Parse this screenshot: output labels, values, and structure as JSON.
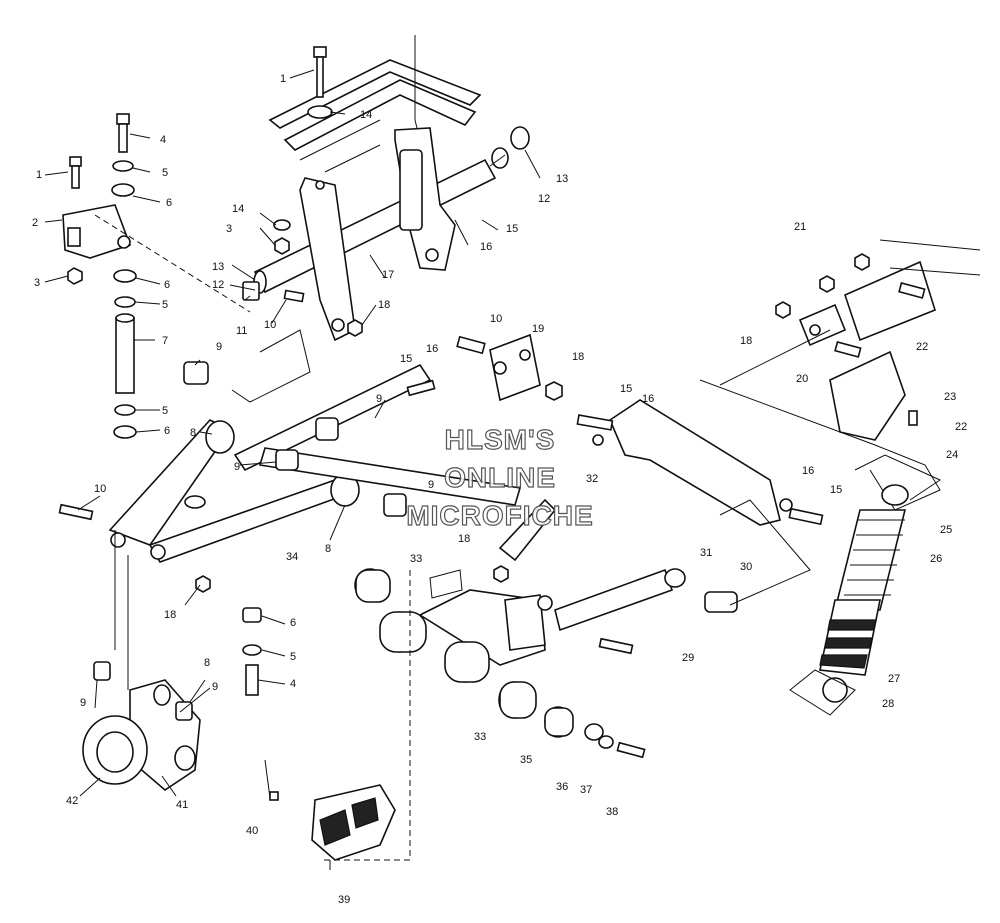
{
  "watermark": {
    "line1": "HLSM'S",
    "line2": "ONLINE",
    "line3": "MICROFICHE"
  },
  "callouts": [
    {
      "id": "c1a",
      "text": "1"
    },
    {
      "id": "c1b",
      "text": "1"
    },
    {
      "id": "c2",
      "text": "2"
    },
    {
      "id": "c3a",
      "text": "3"
    },
    {
      "id": "c3b",
      "text": "3"
    },
    {
      "id": "c4a",
      "text": "4"
    },
    {
      "id": "c4b",
      "text": "4"
    },
    {
      "id": "c5a",
      "text": "5"
    },
    {
      "id": "c5b",
      "text": "5"
    },
    {
      "id": "c5c",
      "text": "5"
    },
    {
      "id": "c5d",
      "text": "5"
    },
    {
      "id": "c6a",
      "text": "6"
    },
    {
      "id": "c6b",
      "text": "6"
    },
    {
      "id": "c6c",
      "text": "6"
    },
    {
      "id": "c6d",
      "text": "6"
    },
    {
      "id": "c7",
      "text": "7"
    },
    {
      "id": "c8a",
      "text": "8"
    },
    {
      "id": "c8b",
      "text": "8"
    },
    {
      "id": "c8c",
      "text": "8"
    },
    {
      "id": "c9a",
      "text": "9"
    },
    {
      "id": "c9b",
      "text": "9"
    },
    {
      "id": "c9c",
      "text": "9"
    },
    {
      "id": "c9d",
      "text": "9"
    },
    {
      "id": "c9e",
      "text": "9"
    },
    {
      "id": "c9f",
      "text": "9"
    },
    {
      "id": "c10a",
      "text": "10"
    },
    {
      "id": "c10b",
      "text": "10"
    },
    {
      "id": "c10c",
      "text": "10"
    },
    {
      "id": "c11",
      "text": "11"
    },
    {
      "id": "c12a",
      "text": "12"
    },
    {
      "id": "c12b",
      "text": "12"
    },
    {
      "id": "c13a",
      "text": "13"
    },
    {
      "id": "c13b",
      "text": "13"
    },
    {
      "id": "c14a",
      "text": "14"
    },
    {
      "id": "c14b",
      "text": "14"
    },
    {
      "id": "c15a",
      "text": "15"
    },
    {
      "id": "c15b",
      "text": "15"
    },
    {
      "id": "c15c",
      "text": "15"
    },
    {
      "id": "c15d",
      "text": "15"
    },
    {
      "id": "c16a",
      "text": "16"
    },
    {
      "id": "c16b",
      "text": "16"
    },
    {
      "id": "c16c",
      "text": "16"
    },
    {
      "id": "c16d",
      "text": "16"
    },
    {
      "id": "c17",
      "text": "17"
    },
    {
      "id": "c18a",
      "text": "18"
    },
    {
      "id": "c18b",
      "text": "18"
    },
    {
      "id": "c18c",
      "text": "18"
    },
    {
      "id": "c18d",
      "text": "18"
    },
    {
      "id": "c18e",
      "text": "18"
    },
    {
      "id": "c19",
      "text": "19"
    },
    {
      "id": "c20",
      "text": "20"
    },
    {
      "id": "c21",
      "text": "21"
    },
    {
      "id": "c22a",
      "text": "22"
    },
    {
      "id": "c22b",
      "text": "22"
    },
    {
      "id": "c23",
      "text": "23"
    },
    {
      "id": "c24",
      "text": "24"
    },
    {
      "id": "c25",
      "text": "25"
    },
    {
      "id": "c26",
      "text": "26"
    },
    {
      "id": "c27",
      "text": "27"
    },
    {
      "id": "c28",
      "text": "28"
    },
    {
      "id": "c29",
      "text": "29"
    },
    {
      "id": "c30",
      "text": "30"
    },
    {
      "id": "c31",
      "text": "31"
    },
    {
      "id": "c32",
      "text": "32"
    },
    {
      "id": "c33a",
      "text": "33"
    },
    {
      "id": "c33b",
      "text": "33"
    },
    {
      "id": "c34",
      "text": "34"
    },
    {
      "id": "c35",
      "text": "35"
    },
    {
      "id": "c36",
      "text": "36"
    },
    {
      "id": "c37",
      "text": "37"
    },
    {
      "id": "c38",
      "text": "38"
    },
    {
      "id": "c39",
      "text": "39"
    },
    {
      "id": "c40",
      "text": "40"
    },
    {
      "id": "c41",
      "text": "41"
    },
    {
      "id": "c42",
      "text": "42"
    }
  ]
}
